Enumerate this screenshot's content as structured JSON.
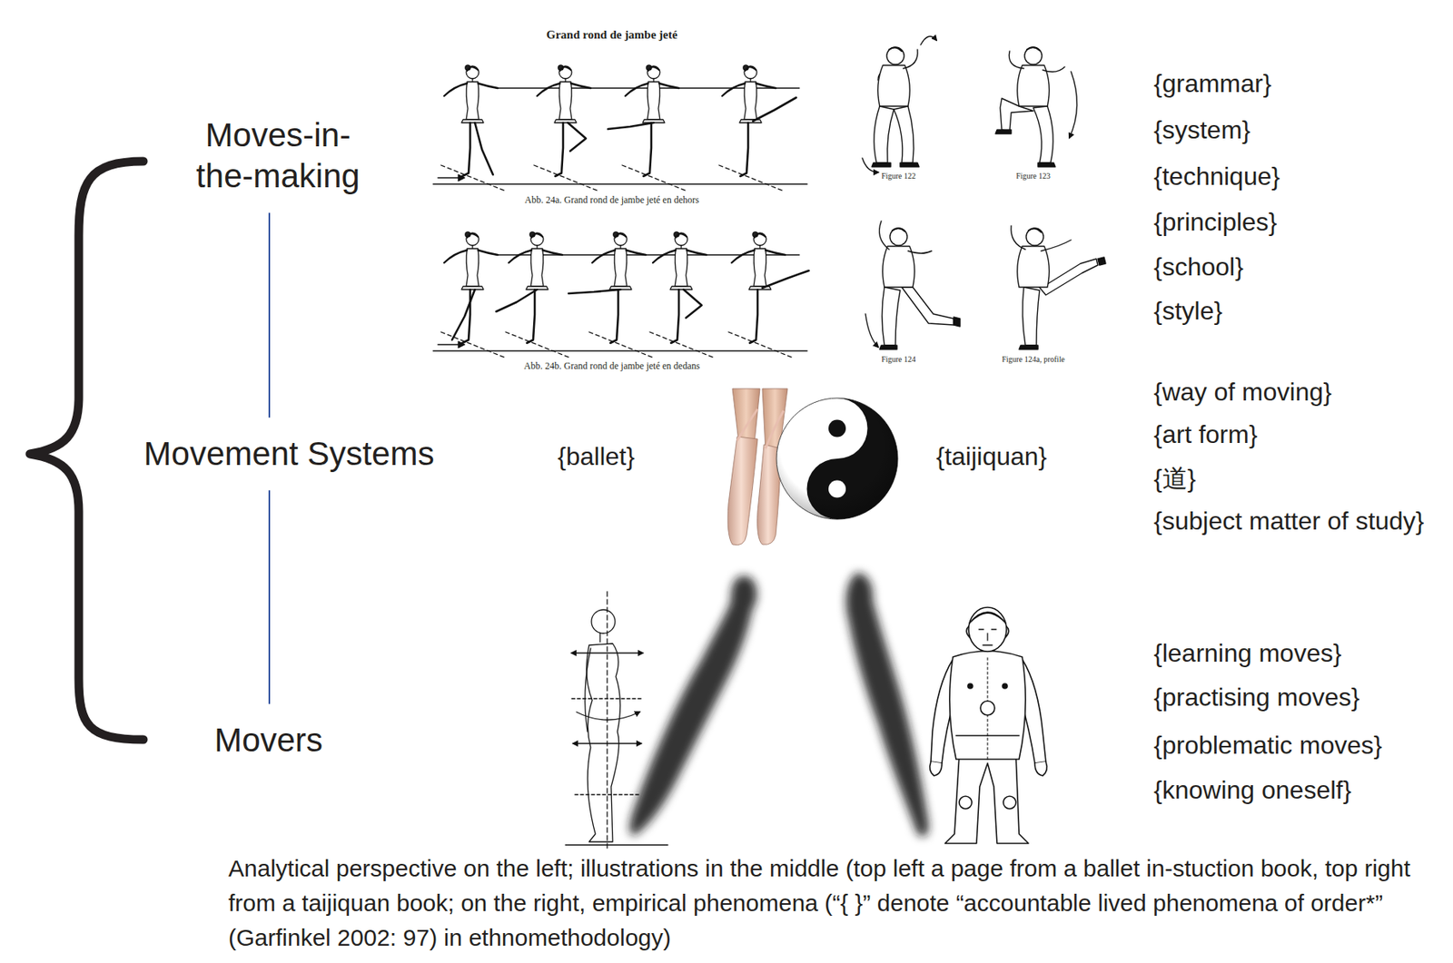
{
  "diagram": {
    "caption": "Analytical perspective on the left; illustrations in the middle (top left a page from a ballet in-stuction book, top right from a taijiquan book; on the right, empirical phenomena (“{ }” denote “accountable lived phenomena of order*” (Garfinkel 2002: 97) in ethnomethodology)",
    "nodes": [
      {
        "text": [
          "Moves-in-the-making"
        ]
      },
      {
        "text": [
          "Movement Systems"
        ]
      },
      {
        "text": [
          "Movers"
        ]
      }
    ],
    "edges": [
      {
        "from": 0,
        "to": 1,
        "arrow": "none"
      },
      {
        "from": 1,
        "to": 2,
        "arrow": "none"
      }
    ],
    "labels": [
      "Grand rond de jambe jeté",
      "Abb. 24a. Grand rond de jambe jeté en dehors",
      "Abb. 24b. Grand rond de jambe jeté en dedans",
      "Figure 122",
      "Figure 123",
      "Figure 124",
      "Figure 124a, profile",
      "{ballet}",
      "{taijiquan}",
      "{grammar}",
      "{system}",
      "{technique}",
      "{principles}",
      "{school}",
      "{style}",
      "{way of moving}",
      "{art form}",
      "{道}",
      "{subject matter of study}",
      "{learning moves}",
      "{practising moves}",
      "{problematic moves}",
      "{knowing oneself}"
    ]
  }
}
